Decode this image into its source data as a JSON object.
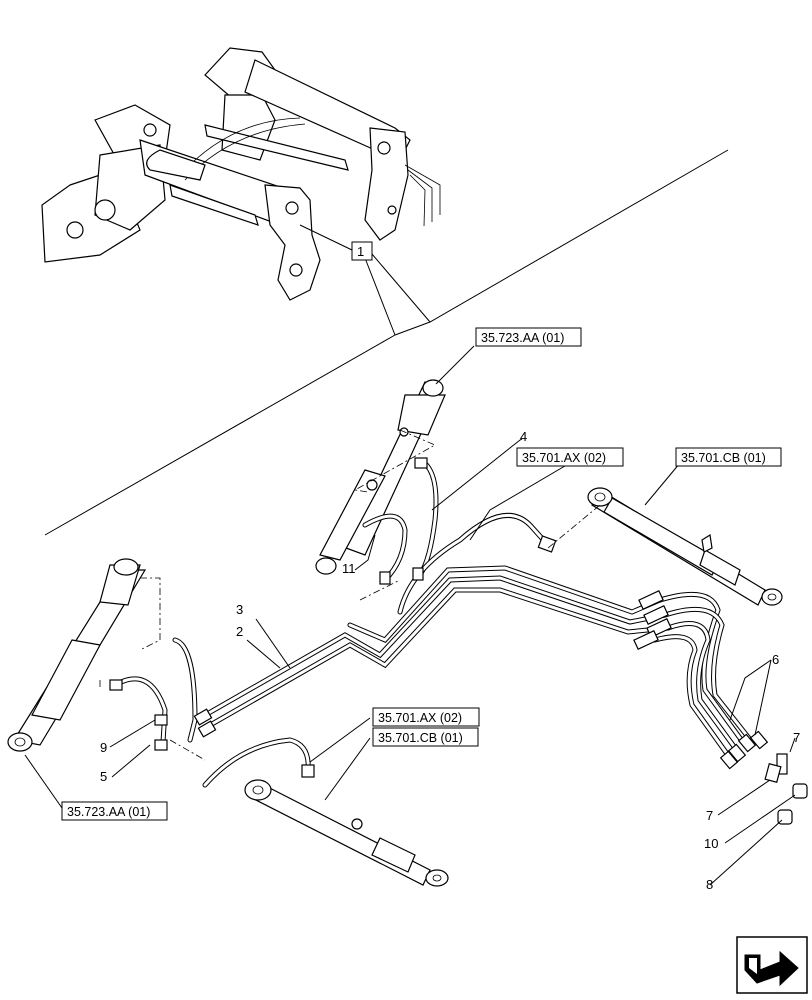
{
  "diagram": {
    "item_labels": {
      "l1": "1",
      "l2": "2",
      "l3": "3",
      "l4": "4",
      "l5": "5",
      "l6": "6",
      "l7a": "7",
      "l7b": "7",
      "l8": "8",
      "l9": "9",
      "l10": "10",
      "l11": "11"
    },
    "ref_labels": {
      "r_723_top": "35.723.AA (01)",
      "r_701ax_top": "35.701.AX (02)",
      "r_701cb_top": "35.701.CB (01)",
      "r_701ax_mid": "35.701.AX (02)",
      "r_701cb_mid": "35.701.CB (01)",
      "r_723_bottom": "35.723.AA (01)"
    },
    "nav_icon": "next-page-arrow-icon"
  }
}
